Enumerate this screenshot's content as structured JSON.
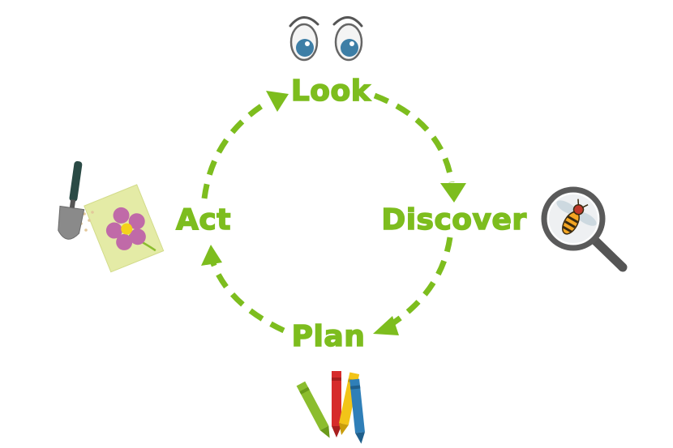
{
  "cycle": {
    "steps": [
      {
        "id": "look",
        "label": "Look"
      },
      {
        "id": "discover",
        "label": "Discover"
      },
      {
        "id": "plan",
        "label": "Plan"
      },
      {
        "id": "act",
        "label": "Act"
      }
    ],
    "accent_color": "#7dbd1e"
  },
  "icons": {
    "look": "eyes-icon",
    "discover": "magnifying-glass-bee-icon",
    "plan": "crayons-icon",
    "act": "trowel-seed-packet-icon"
  }
}
